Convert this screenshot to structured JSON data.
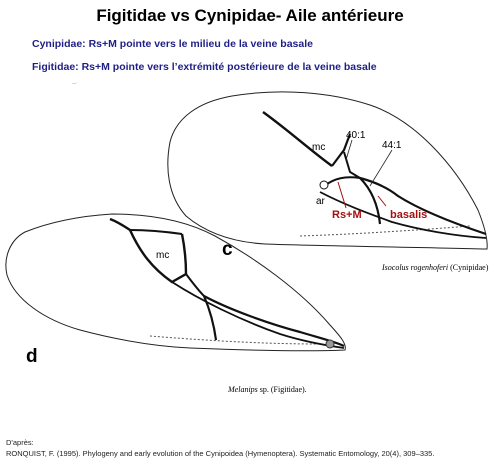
{
  "title": "Figitidae vs Cynipidae- Aile antérieure",
  "notes": {
    "cynipidae": "Cynipidae: Rs+M pointe vers le milieu de la veine basale",
    "figitidae": "Figitidae: Rs+M pointe vers l’extrémité postérieure de la veine basale"
  },
  "tiny_mark": "—·",
  "wing_c": {
    "letter": "c",
    "labels": {
      "mc": "mc",
      "ratio1": "40:1",
      "ratio2": "44:1",
      "ar": "ar",
      "rsm": "Rs+M",
      "basalis": "basalis"
    },
    "caption_species": "Isocolus rogenhoferi",
    "caption_family": "(Cynipidae)"
  },
  "wing_d": {
    "letter": "d",
    "labels": {
      "mc": "mc"
    },
    "caption_species": "Melanips",
    "caption_family": "sp. (Figitidae)."
  },
  "source": {
    "line1": "D'après:",
    "line2": "RONQUIST, F. (1995). Phylogeny and early evolution of the Cynipoidea (Hymenoptera). Systematic Entomology, 20(4), 309–335."
  },
  "colors": {
    "note_text": "#1f1f86",
    "highlight": "#a40f0f"
  }
}
